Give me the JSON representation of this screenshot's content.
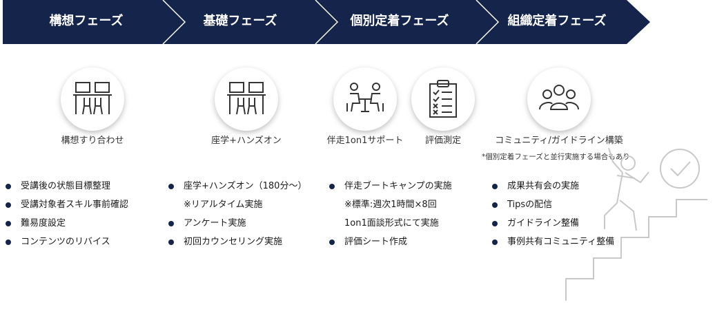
{
  "colors": {
    "phase_bar": "#14244a",
    "divider": "#ffffff",
    "bullet": "#14244a",
    "icon_stroke": "#333333",
    "stairs": "#c8c8c8"
  },
  "phases": [
    {
      "label": "構想フェーズ"
    },
    {
      "label": "基礎フェーズ"
    },
    {
      "label": "個別定着フェーズ"
    },
    {
      "label": "組織定着フェーズ"
    }
  ],
  "icons": [
    {
      "label": "構想すり合わせ",
      "icon": "desk-meeting-icon"
    },
    {
      "label": "座学+ハンズオン",
      "icon": "desk-meeting-icon"
    },
    {
      "label": "伴走1on1サポート",
      "icon": "one-on-one-icon"
    },
    {
      "label": "評価測定",
      "icon": "clipboard-checklist-icon"
    },
    {
      "label": "コミュニティ/ガイドライン構築",
      "icon": "community-group-icon"
    }
  ],
  "note": "*個別定着フェーズと並行実施する場合もあり",
  "columns": [
    {
      "items": [
        {
          "text": "受講後の状態目標整理",
          "bullet": true
        },
        {
          "text": "受講対象者スキル事前確認",
          "bullet": true
        },
        {
          "text": "難易度設定",
          "bullet": true
        },
        {
          "text": "コンテンツのリバイス",
          "bullet": true
        }
      ]
    },
    {
      "items": [
        {
          "text": "座学+ハンズオン（180分～）",
          "bullet": true
        },
        {
          "text": "※リアルタイム実施",
          "bullet": false
        },
        {
          "text": "アンケート実施",
          "bullet": true
        },
        {
          "text": "初回カウンセリング実施",
          "bullet": true
        }
      ]
    },
    {
      "items": [
        {
          "text": "伴走ブートキャンプの実施",
          "bullet": true
        },
        {
          "text": "※標準:週次1時間×8回",
          "bullet": false
        },
        {
          "text": "1on1面談形式にて実施",
          "bullet": false
        },
        {
          "text": "評価シート作成",
          "bullet": true
        }
      ]
    },
    {
      "items": [
        {
          "text": "成果共有会の実施",
          "bullet": true
        },
        {
          "text": "Tipsの配信",
          "bullet": true
        },
        {
          "text": "ガイドライン整備",
          "bullet": true
        },
        {
          "text": "事例共有コミュニティ整備",
          "bullet": true
        }
      ]
    }
  ],
  "decoration": {
    "icon": "climbing-stairs-checkmark-icon"
  }
}
